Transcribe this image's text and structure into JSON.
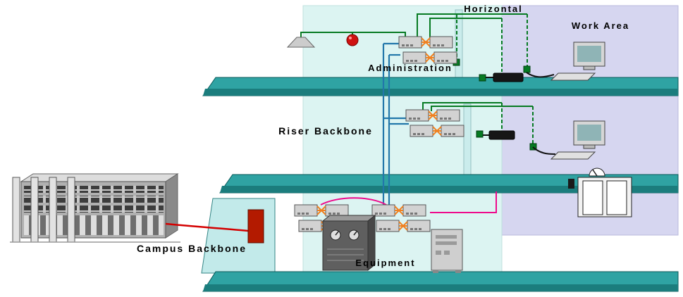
{
  "diagram": {
    "type": "structured-cabling-building-diagram",
    "labels": {
      "horizontal": "Horizontal",
      "work_area": "Work Area",
      "administration": "Administration",
      "riser_backbone": "Riser Backbone",
      "campus_backbone": "Campus Backbone",
      "equipment": "Equipment"
    },
    "colors": {
      "floor": "#2fa3a3",
      "floor_edge": "#1b7d7d",
      "wall_cyan": "#dcf4f2",
      "wall_lavender": "#d6d6f0",
      "partition": "#c9ecec",
      "riser_wall": "#bfe9e9",
      "cable_green": "#067a22",
      "cable_blue": "#2277aa",
      "cable_red": "#d40000",
      "cable_magenta": "#ee0a8c",
      "patch_orange": "#f08020",
      "entrance_box_red": "#b31a00"
    },
    "icons": [
      "campus-building",
      "entrance-facility-box",
      "patch-panel",
      "equipment-cabinet",
      "server-tower",
      "workstation",
      "network-hub",
      "ceiling-lamp",
      "alarm-bell",
      "elevator-doors",
      "floor-indicator-gauge",
      "wall-outlet",
      "cable-connector"
    ]
  }
}
